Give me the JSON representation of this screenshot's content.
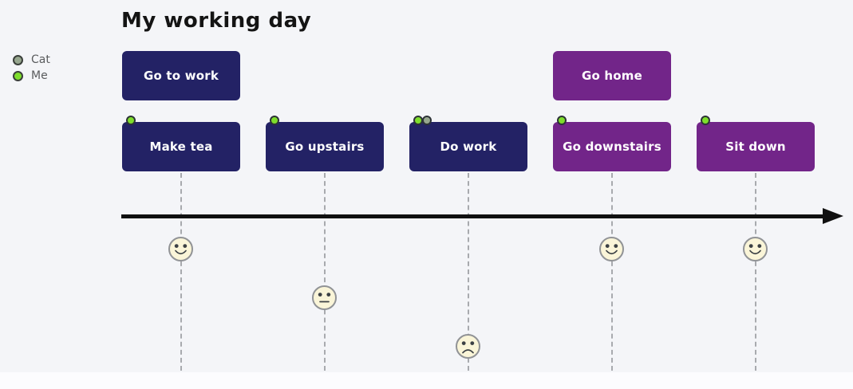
{
  "page": {
    "title": "My working day"
  },
  "legend": {
    "items": [
      {
        "label": "Cat",
        "color": "#97a78f"
      },
      {
        "label": "Me",
        "color": "#7ede2c"
      }
    ]
  },
  "colors": {
    "background": "#f4f5f8",
    "navy_box": "#232265",
    "purple_box": "#722589",
    "box_text": "#ffffff",
    "axis": "#101010",
    "dashed_line": "#a8aaae",
    "face_fill": "#faf5d8",
    "face_border": "#919396",
    "me_marker": "#7ede2c",
    "cat_marker": "#97a78f"
  },
  "timeline": {
    "events": [
      {
        "label": "Go to work",
        "theme": "navy",
        "row": "top",
        "column": 1,
        "markers": []
      },
      {
        "label": "Go home",
        "theme": "purple",
        "row": "top",
        "column": 4,
        "markers": []
      },
      {
        "label": "Make tea",
        "theme": "navy",
        "row": "main",
        "column": 1,
        "markers": [
          "Me"
        ]
      },
      {
        "label": "Go upstairs",
        "theme": "navy",
        "row": "main",
        "column": 2,
        "markers": [
          "Me"
        ]
      },
      {
        "label": "Do work",
        "theme": "navy",
        "row": "main",
        "column": 3,
        "markers": [
          "Me",
          "Cat"
        ]
      },
      {
        "label": "Go downstairs",
        "theme": "purple",
        "row": "main",
        "column": 4,
        "markers": [
          "Me"
        ]
      },
      {
        "label": "Sit down",
        "theme": "purple",
        "row": "main",
        "column": 5,
        "markers": [
          "Me"
        ]
      }
    ],
    "moods": [
      {
        "event": "Make tea",
        "mood": "happy",
        "level": 1
      },
      {
        "event": "Go upstairs",
        "mood": "neutral",
        "level": 2
      },
      {
        "event": "Do work",
        "mood": "sad",
        "level": 3
      },
      {
        "event": "Go downstairs",
        "mood": "happy",
        "level": 1
      },
      {
        "event": "Sit down",
        "mood": "happy",
        "level": 1
      }
    ]
  }
}
